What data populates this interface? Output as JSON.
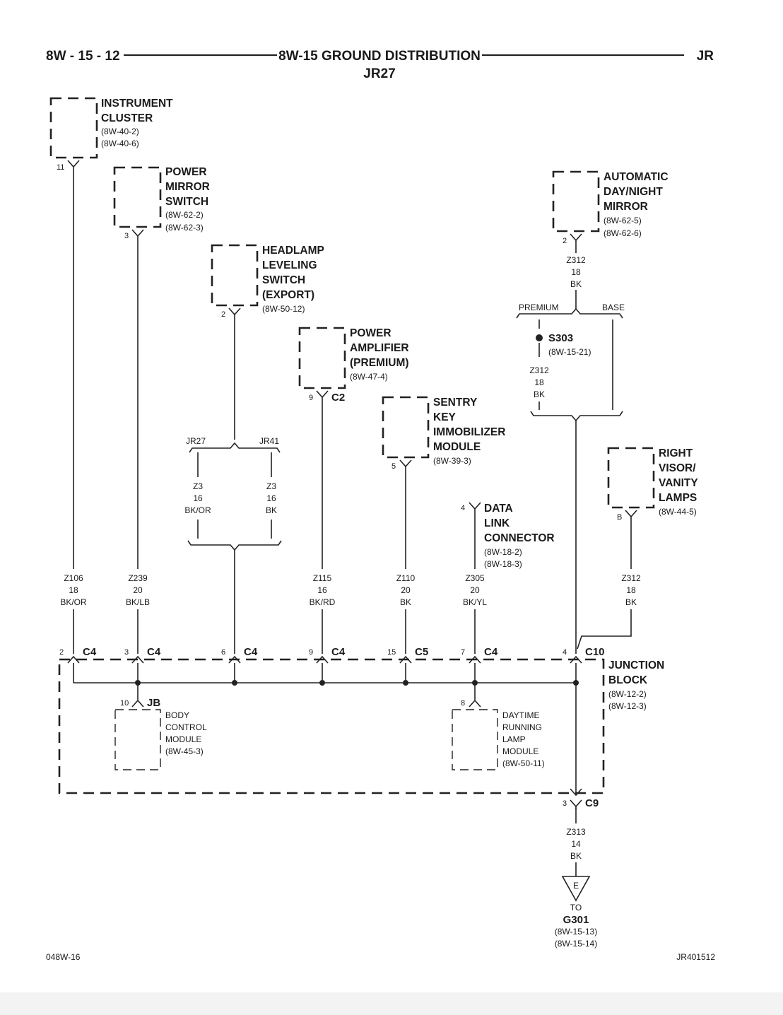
{
  "header": {
    "page_number": "8W - 15 - 12",
    "title": "8W-15 GROUND DISTRIBUTION",
    "subtitle": "JR27",
    "model": "JR"
  },
  "components": {
    "instrument_cluster": {
      "name": [
        "INSTRUMENT",
        "CLUSTER"
      ],
      "refs": [
        "(8W-40-2)",
        "(8W-40-6)"
      ],
      "pin": "11"
    },
    "power_mirror_switch": {
      "name": [
        "POWER",
        "MIRROR",
        "SWITCH"
      ],
      "refs": [
        "(8W-62-2)",
        "(8W-62-3)"
      ],
      "pin": "3"
    },
    "headlamp_leveling_switch": {
      "name": [
        "HEADLAMP",
        "LEVELING",
        "SWITCH",
        "(EXPORT)"
      ],
      "refs": [
        "(8W-50-12)"
      ],
      "pin": "2"
    },
    "power_amplifier": {
      "name": [
        "POWER",
        "AMPLIFIER",
        "(PREMIUM)"
      ],
      "refs": [
        "(8W-47-4)"
      ],
      "pin": "9",
      "connector": "C2"
    },
    "sentry_key_immobilizer": {
      "name": [
        "SENTRY",
        "KEY",
        "IMMOBILIZER",
        "MODULE"
      ],
      "refs": [
        "(8W-39-3)"
      ],
      "pin": "5"
    },
    "data_link_connector": {
      "name": [
        "DATA",
        "LINK",
        "CONNECTOR"
      ],
      "refs": [
        "(8W-18-2)",
        "(8W-18-3)"
      ],
      "pin": "4"
    },
    "auto_day_night_mirror": {
      "name": [
        "AUTOMATIC",
        "DAY/NIGHT",
        "MIRROR"
      ],
      "refs": [
        "(8W-62-5)",
        "(8W-62-6)"
      ],
      "pin": "2"
    },
    "right_visor_lamps": {
      "name": [
        "RIGHT",
        "VISOR/",
        "VANITY",
        "LAMPS"
      ],
      "refs": [
        "(8W-44-5)"
      ],
      "pin": "B"
    },
    "junction_block": {
      "name": [
        "JUNCTION",
        "BLOCK"
      ],
      "refs": [
        "(8W-12-2)",
        "(8W-12-3)"
      ]
    },
    "body_control_module": {
      "name": [
        "BODY",
        "CONTROL",
        "MODULE"
      ],
      "refs": [
        "(8W-45-3)"
      ],
      "pin": "10",
      "connector": "JB"
    },
    "drl_module": {
      "name": [
        "DAYTIME",
        "RUNNING",
        "LAMP",
        "MODULE"
      ],
      "refs": [
        "(8W-50-11)"
      ],
      "pin": "8"
    }
  },
  "wires": {
    "z106": [
      "Z106",
      "18",
      "BK/OR"
    ],
    "z239": [
      "Z239",
      "20",
      "BK/LB"
    ],
    "z115": [
      "Z115",
      "16",
      "BK/RD"
    ],
    "z110": [
      "Z110",
      "20",
      "BK"
    ],
    "z305": [
      "Z305",
      "20",
      "BK/YL"
    ],
    "z312_right": [
      "Z312",
      "18",
      "BK"
    ],
    "z312_top": [
      "Z312",
      "18",
      "BK"
    ],
    "z312_mid": [
      "Z312",
      "18",
      "BK"
    ],
    "z3_left": [
      "Z3",
      "16",
      "BK/OR"
    ],
    "z3_right": [
      "Z3",
      "16",
      "BK"
    ],
    "z313": [
      "Z313",
      "14",
      "BK"
    ]
  },
  "jb_connectors": [
    {
      "pin": "2",
      "conn": "C4"
    },
    {
      "pin": "3",
      "conn": "C4"
    },
    {
      "pin": "6",
      "conn": "C4"
    },
    {
      "pin": "9",
      "conn": "C4"
    },
    {
      "pin": "15",
      "conn": "C5"
    },
    {
      "pin": "7",
      "conn": "C4"
    },
    {
      "pin": "4",
      "conn": "C10"
    }
  ],
  "bottom_connector": {
    "pin": "3",
    "conn": "C9"
  },
  "variants": {
    "jr27": "JR27",
    "jr41": "JR41",
    "premium": "PREMIUM",
    "base": "BASE"
  },
  "splice": {
    "name": "S303",
    "ref": "(8W-15-21)"
  },
  "ground": {
    "letter": "E",
    "to": "TO",
    "name": "G301",
    "refs": [
      "(8W-15-13)",
      "(8W-15-14)"
    ]
  },
  "footer": {
    "left": "048W-16",
    "right": "JR401512"
  }
}
